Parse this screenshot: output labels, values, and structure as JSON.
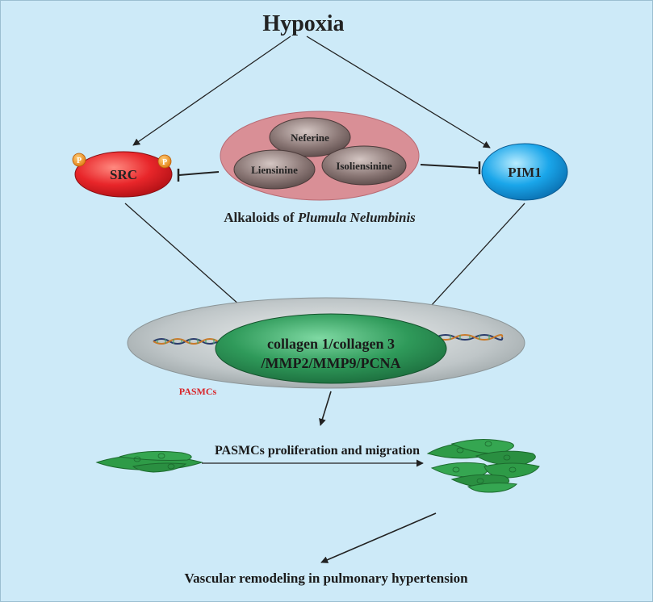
{
  "title": "Hypoxia",
  "nodes": {
    "src": {
      "label": "SRC",
      "phospho_label": "P"
    },
    "pim1": {
      "label": "PIM1"
    },
    "neferine": {
      "label": "Neferine"
    },
    "liensinine": {
      "label": "Liensinine"
    },
    "isoliensinine": {
      "label": "Isoliensinine"
    },
    "targets": {
      "line1": "collagen 1/collagen 3",
      "line2": "/MMP2/MMP9/PCNA"
    }
  },
  "alkaloids_caption": {
    "prefix": "Alkaloids of ",
    "italic": "Plumula Nelumbinis"
  },
  "cell_label": "PASMCs",
  "process_label": "PASMCs proliferation and migration",
  "outcome_label": "Vascular remodeling in pulmonary hypertension",
  "colors": {
    "background": "#cdeaf8",
    "src_red": "#e8262a",
    "pim1_blue": "#1aa6ea",
    "alkaloid_group": "#d98f96",
    "alkaloid_ball": "#8a7775",
    "nucleus_green": "#2f9a5a",
    "cell_green": "#2e9b47",
    "pasmc_label": "#d9262a",
    "phospho_orange": "#f08a16"
  }
}
